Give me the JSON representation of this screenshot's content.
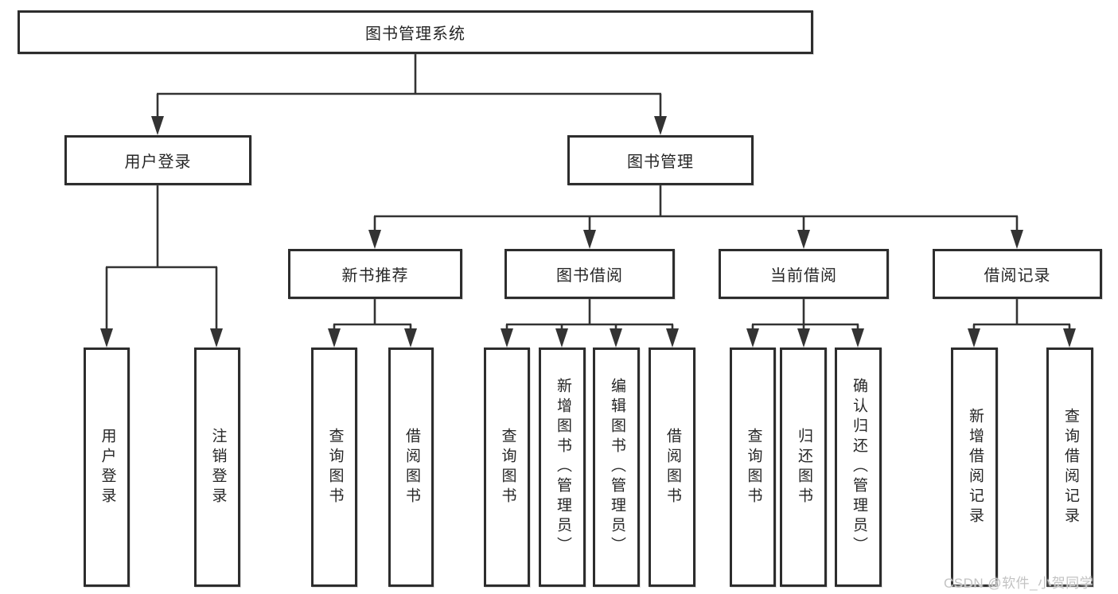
{
  "diagram": {
    "root": {
      "label": "图书管理系统"
    },
    "branches": [
      {
        "label": "用户登录",
        "children": [
          "用户登录",
          "注销登录"
        ]
      },
      {
        "label": "图书管理",
        "sections": [
          {
            "label": "新书推荐",
            "children": [
              "查询图书",
              "借阅图书"
            ]
          },
          {
            "label": "图书借阅",
            "children": [
              "查询图书",
              "新增图书（管理员）",
              "编辑图书（管理员）",
              "借阅图书"
            ]
          },
          {
            "label": "当前借阅",
            "children": [
              "查询图书",
              "归还图书",
              "确认归还（管理员）"
            ]
          },
          {
            "label": "借阅记录",
            "children": [
              "新增借阅记录",
              "查询借阅记录"
            ]
          }
        ]
      }
    ]
  },
  "watermark": "CSDN @软件_小贺同学"
}
